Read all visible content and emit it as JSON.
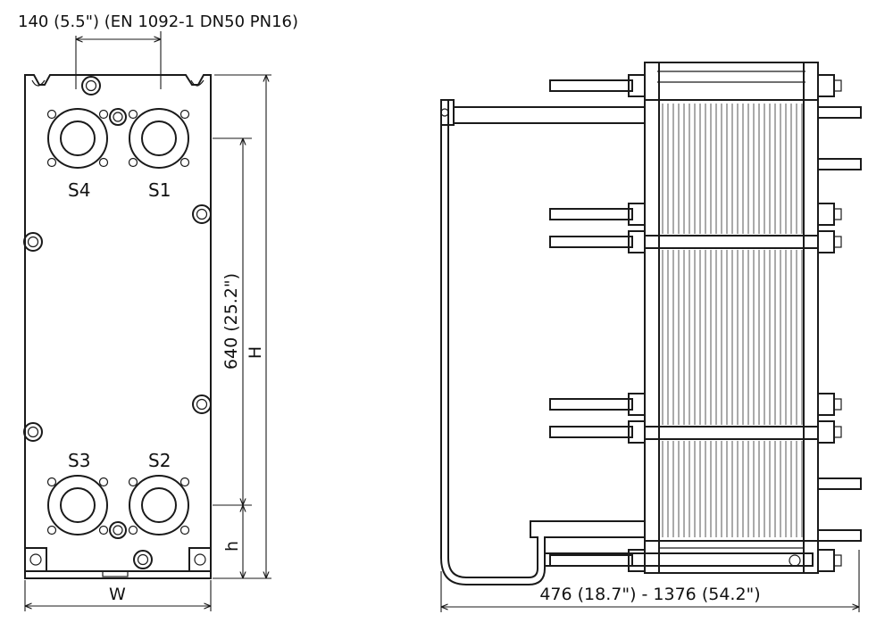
{
  "front_view": {
    "port_spacing_label": "140 (5.5\") (EN 1092-1 DN50 PN16)",
    "port_labels": {
      "s1": "S1",
      "s2": "S2",
      "s3": "S3",
      "s4": "S4"
    },
    "port_spacing_dim": "640 (25.2\")",
    "height_label": "H",
    "bottom_label": "h",
    "width_label": "W"
  },
  "side_view": {
    "length_dim": "476 (18.7\") - 1376 (54.2\")"
  },
  "colors": {
    "line": "#1a1a1a",
    "background": "#ffffff"
  }
}
